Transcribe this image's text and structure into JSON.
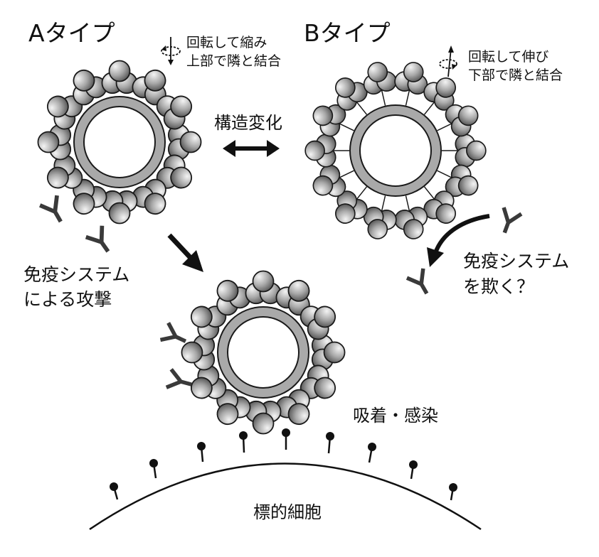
{
  "type_a": {
    "title": "Aタイプ",
    "note_line1": "回転して縮み",
    "note_line2": "上部で隣と結合"
  },
  "type_b": {
    "title": "Bタイプ",
    "note_line1": "回転して伸び",
    "note_line2": "下部で隣と結合"
  },
  "structural_change": "構造変化",
  "immune_attack_line1": "免疫システム",
  "immune_attack_line2": "による攻撃",
  "immune_evade_line1": "免疫システム",
  "immune_evade_line2": "を欺く？",
  "adsorption": "吸着・感染",
  "target_cell": "標的細胞",
  "colors": {
    "stroke": "#1a1a1a",
    "ring_fill": "#a9a9a9",
    "lobe_light": "#f2f2f2",
    "lobe_dark": "#5a5a5a",
    "antibody": "#3a3a3a"
  }
}
